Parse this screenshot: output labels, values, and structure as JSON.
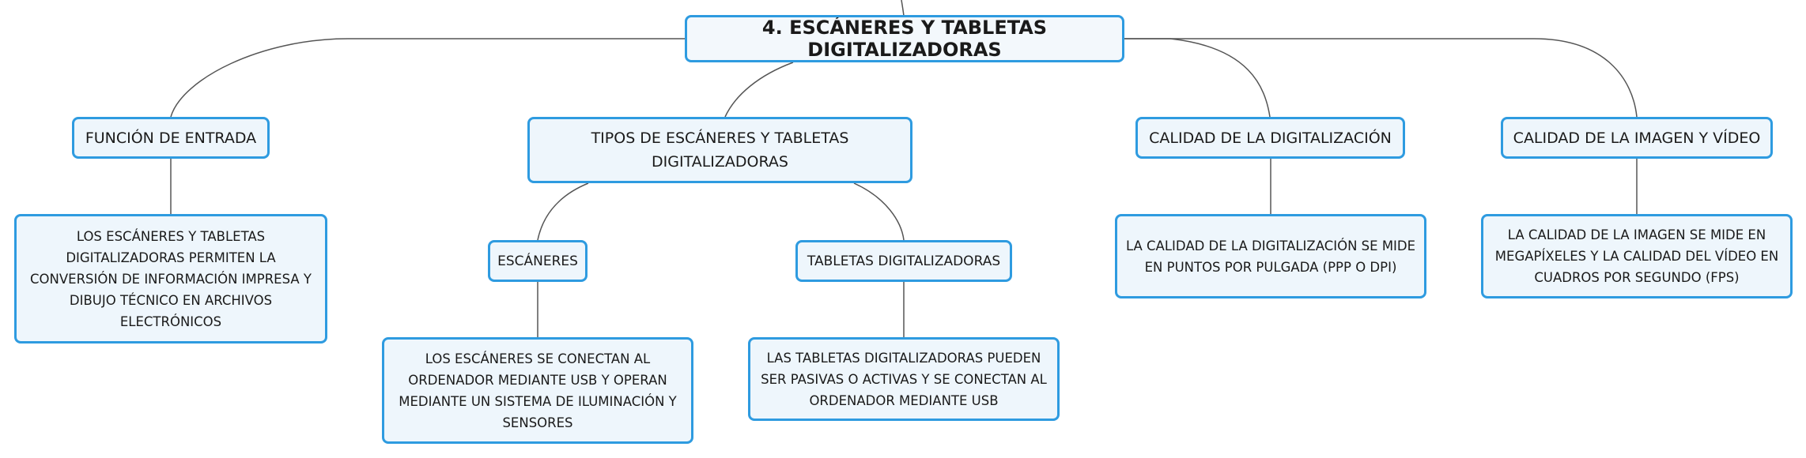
{
  "colors": {
    "border": "#2e9be0",
    "fill": "#eef6fc",
    "connector": "#555555"
  },
  "mindmap": {
    "root": "4. ESCÁNERES Y TABLETAS DIGITALIZADORAS",
    "funcion_entrada": {
      "title": "FUNCIÓN DE ENTRADA",
      "detail": "LOS ESCÁNERES Y TABLETAS DIGITALIZADORAS PERMITEN LA CONVERSIÓN DE INFORMACIÓN IMPRESA Y DIBUJO TÉCNICO EN ARCHIVOS ELECTRÓNICOS"
    },
    "tipos": {
      "title": "TIPOS DE ESCÁNERES Y TABLETAS DIGITALIZADORAS",
      "escaneres": {
        "title": "ESCÁNERES",
        "detail": "LOS ESCÁNERES SE CONECTAN AL ORDENADOR MEDIANTE USB Y OPERAN MEDIANTE UN SISTEMA DE ILUMINACIÓN Y SENSORES"
      },
      "tabletas": {
        "title": "TABLETAS DIGITALIZADORAS",
        "detail": "LAS TABLETAS DIGITALIZADORAS PUEDEN SER PASIVAS O ACTIVAS Y SE CONECTAN AL ORDENADOR MEDIANTE USB"
      }
    },
    "calidad_digitalizacion": {
      "title": "CALIDAD DE LA DIGITALIZACIÓN",
      "detail": "LA CALIDAD DE LA DIGITALIZACIÓN SE MIDE EN PUNTOS POR PULGADA (PPP O DPI)"
    },
    "calidad_imagen": {
      "title": "CALIDAD DE LA IMAGEN Y VÍDEO",
      "detail": "LA CALIDAD DE LA IMAGEN SE MIDE EN MEGAPÍXELES Y LA CALIDAD DEL VÍDEO EN CUADROS POR SEGUNDO (FPS)"
    }
  }
}
